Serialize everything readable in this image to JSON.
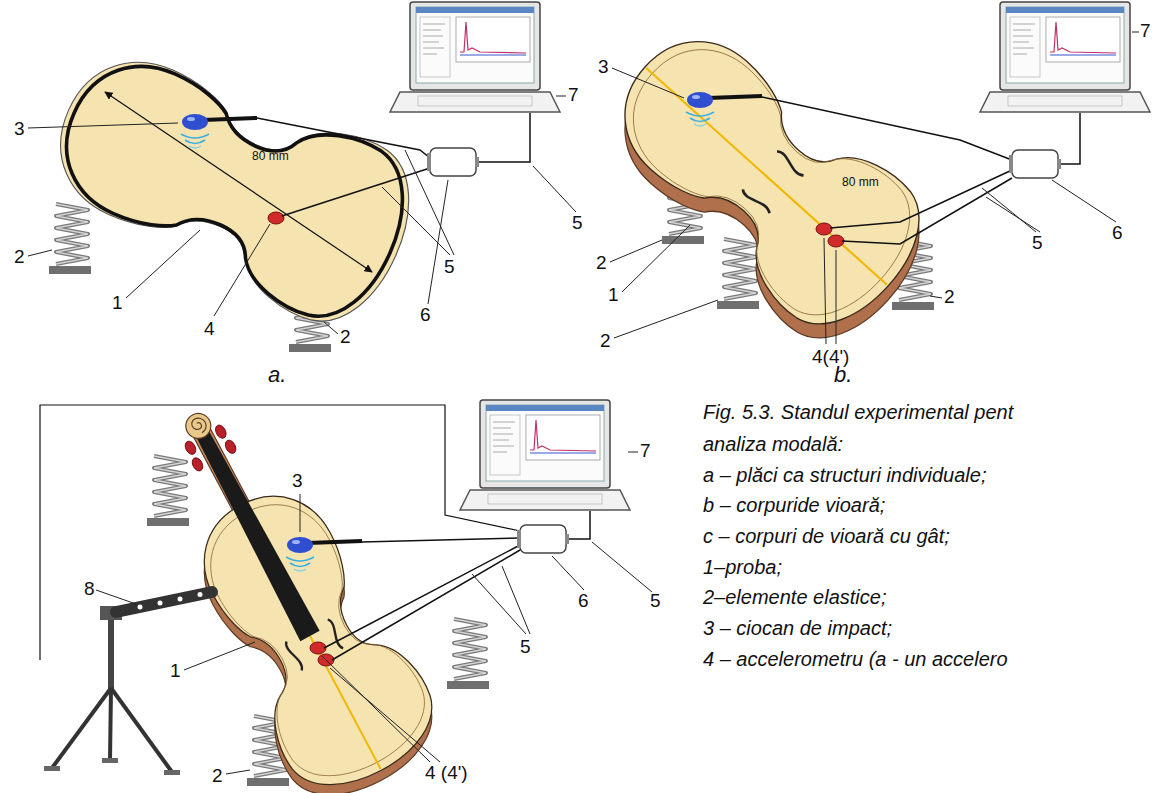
{
  "diagram": {
    "caption": "Fig. 5.3. Standul experimental pent",
    "labels": [
      "3",
      "2",
      "1",
      "4",
      "2",
      "80 mm",
      "5",
      "6",
      "5",
      "7",
      "a.",
      "3",
      "2",
      "1",
      "2",
      "2",
      "4(4')",
      "80 mm",
      "5",
      "6",
      "7",
      "b.",
      "8",
      "3",
      "7",
      "5",
      "6",
      "1",
      "5",
      "2",
      "4 (4')",
      "analiza modală:",
      "a – plăci ca structuri individuale;",
      "b – corpuride vioară;",
      "c – corpuri de vioară cu gât;",
      "1–proba;",
      "2–elemente elastice;",
      "3 – ciocan de impact;",
      "4 – accelerometru (a - un accelero"
    ]
  }
}
